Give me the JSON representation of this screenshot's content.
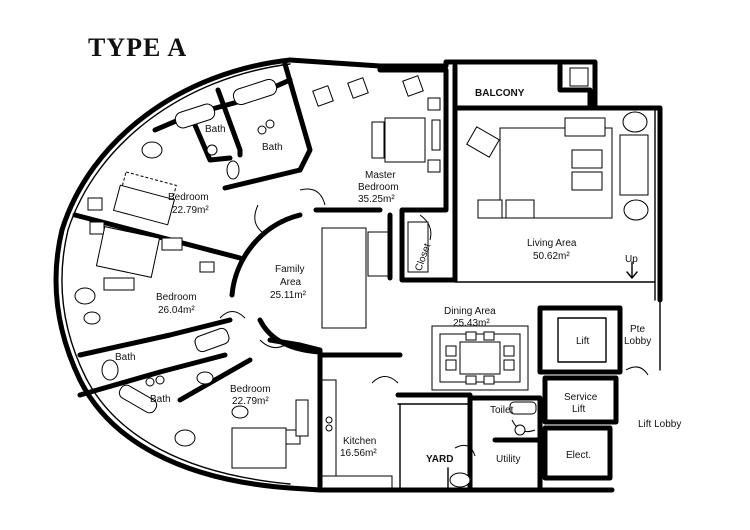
{
  "title": "TYPE A",
  "rooms": {
    "bath_top_left": "Bath",
    "bath_top_right": "Bath",
    "master_bedroom_name": "Master",
    "master_bedroom_name2": "Bedroom",
    "master_bedroom_area": "35.25m²",
    "balcony": "BALCONY",
    "bedroom1_name": "Bedroom",
    "bedroom1_area": "22.79m²",
    "bedroom2_name": "Bedroom",
    "bedroom2_area": "26.04m²",
    "family_name": "Family",
    "family_name2": "Area",
    "family_area": "25.11m²",
    "closet": "Closet",
    "living_name": "Living Area",
    "living_area": "50.62m²",
    "up": "Up",
    "dining_name": "Dining Area",
    "dining_area": "25.43m²",
    "lift": "Lift",
    "pte_lobby1": "Pte",
    "pte_lobby2": "Lobby",
    "bath_mid": "Bath",
    "bath_low": "Bath",
    "bedroom3_name": "Bedroom",
    "bedroom3_area": "22.79m²",
    "toilet": "Toilet",
    "service_lift1": "Service",
    "service_lift2": "Lift",
    "lift_lobby": "Lift Lobby",
    "kitchen_name": "Kitchen",
    "kitchen_area": "16.56m²",
    "yard": "YARD",
    "utility": "Utility",
    "elect": "Elect."
  }
}
